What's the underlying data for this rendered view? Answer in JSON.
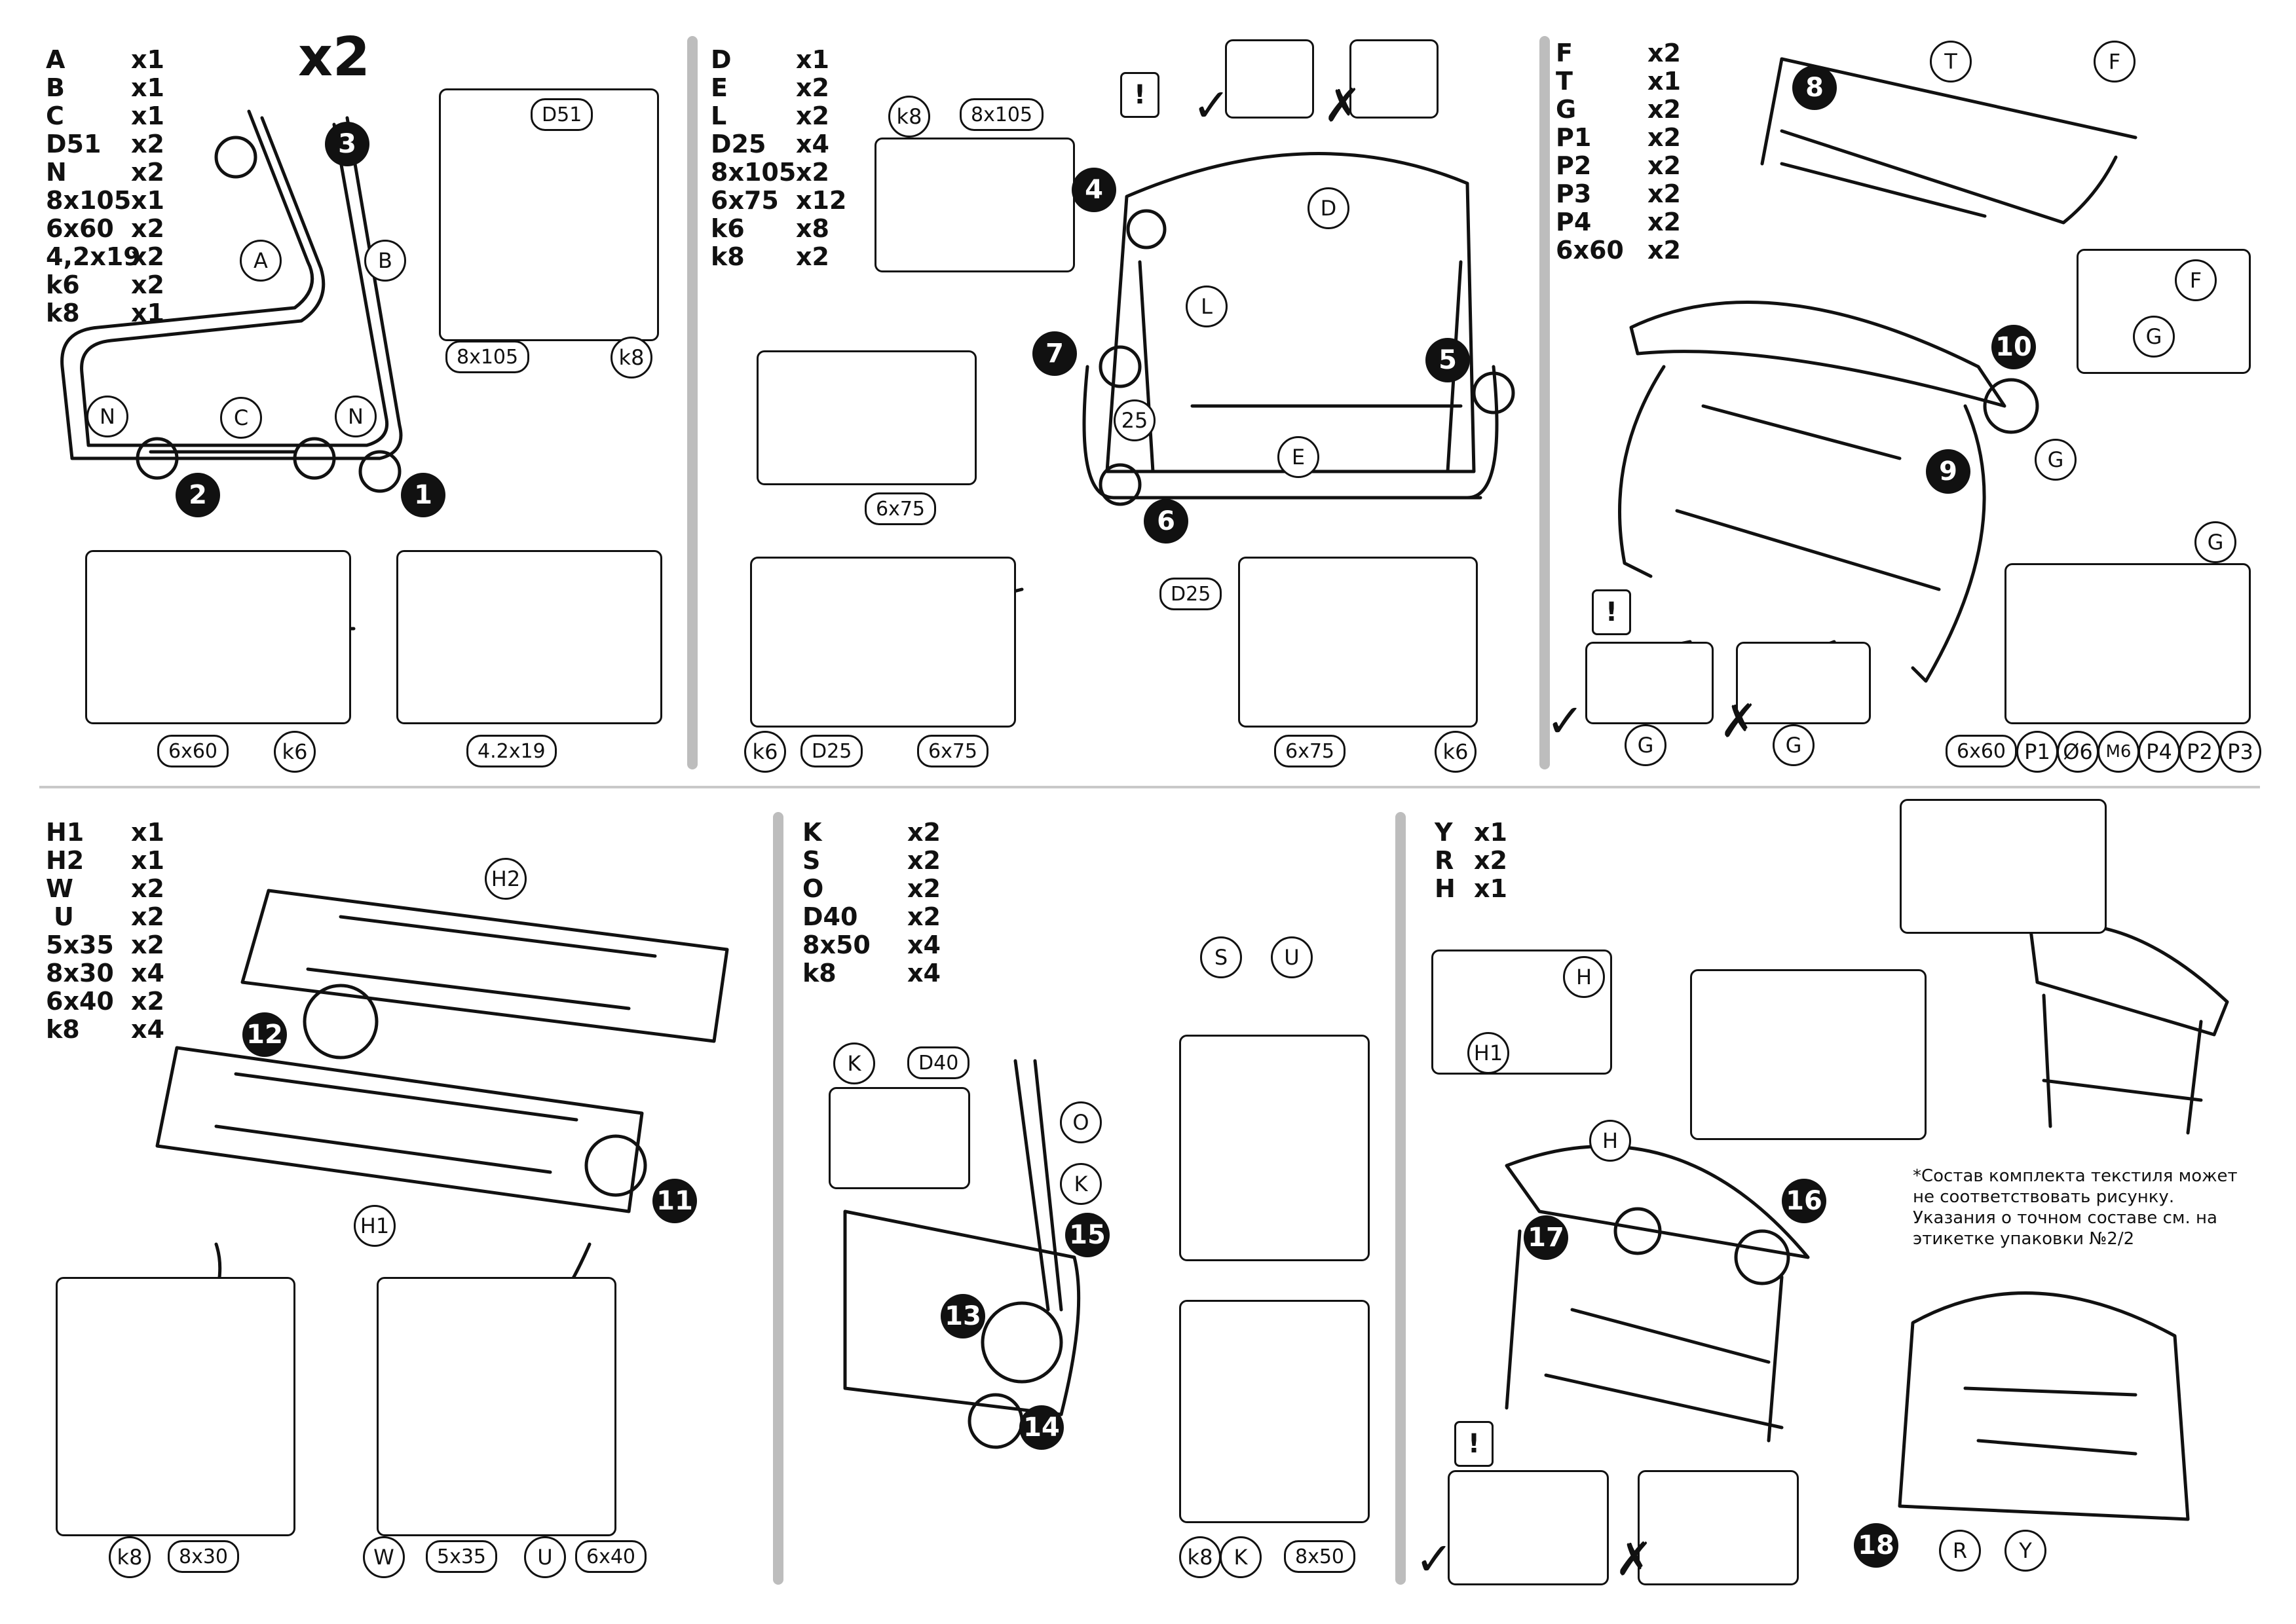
{
  "panels": {
    "p1": {
      "title_multiplier": "x2",
      "parts": [
        {
          "code": "A",
          "qty": "x1"
        },
        {
          "code": "B",
          "qty": "x1"
        },
        {
          "code": "C",
          "qty": "x1"
        },
        {
          "code": "D51",
          "qty": "x2"
        },
        {
          "code": "N",
          "qty": "x2"
        },
        {
          "code": "8x105",
          "qty": "x1"
        },
        {
          "code": "6x60",
          "qty": "x2"
        },
        {
          "code": "4,2x19",
          "qty": "x2"
        },
        {
          "code": "k6",
          "qty": "x2"
        },
        {
          "code": "k8",
          "qty": "x1"
        }
      ],
      "labels": {
        "A": "A",
        "B": "B",
        "C": "C",
        "N_left": "N",
        "N_right": "N",
        "D51": "D51",
        "bolt_8x105": "8x105",
        "k8": "k8",
        "bolt_6x60": "6x60",
        "k6": "k6",
        "screw": "4.2x19"
      },
      "steps": {
        "s1": "1",
        "s2": "2",
        "s3": "3"
      }
    },
    "p2": {
      "parts": [
        {
          "code": "D",
          "qty": "x1"
        },
        {
          "code": "E",
          "qty": "x2"
        },
        {
          "code": "L",
          "qty": "x2"
        },
        {
          "code": "D25",
          "qty": "x4"
        },
        {
          "code": "8x105",
          "qty": "x2"
        },
        {
          "code": "6x75",
          "qty": "x12"
        },
        {
          "code": "k6",
          "qty": "x8"
        },
        {
          "code": "k8",
          "qty": "x2"
        }
      ],
      "labels": {
        "k8": "k8",
        "bolt_8x105": "8x105",
        "D": "D",
        "L": "L",
        "n25": "25",
        "E": "E",
        "bolt_6x75_a": "6x75",
        "D25_a": "D25",
        "k6_a": "k6",
        "D25_b": "D25",
        "bolt_6x75_b": "6x75",
        "bolt_6x75_c": "6x75",
        "k6_b": "k6"
      },
      "steps": {
        "s4": "4",
        "s5": "5",
        "s6": "6",
        "s7": "7"
      },
      "warning": "!"
    },
    "p3": {
      "parts": [
        {
          "code": "F",
          "qty": "x2"
        },
        {
          "code": "T",
          "qty": "x1"
        },
        {
          "code": "G",
          "qty": "x2"
        },
        {
          "code": "P1",
          "qty": "x2"
        },
        {
          "code": "P2",
          "qty": "x2"
        },
        {
          "code": "P3",
          "qty": "x2"
        },
        {
          "code": "P4",
          "qty": "x2"
        },
        {
          "code": "6x60",
          "qty": "x2"
        }
      ],
      "labels": {
        "T": "T",
        "F_top": "F",
        "F_box": "F",
        "G_box": "G",
        "G_side": "G",
        "G_top": "G",
        "G_ok": "G",
        "G_bad": "G",
        "bolt_6x60": "6x60",
        "P1": "P1",
        "d6": "Ø6",
        "M6": "M6",
        "P4": "P4",
        "P2": "P2",
        "P3": "P3"
      },
      "steps": {
        "s8": "8",
        "s9": "9",
        "s10": "10"
      },
      "warning": "!"
    },
    "p4": {
      "parts": [
        {
          "code": "H1",
          "qty": "x1"
        },
        {
          "code": "H2",
          "qty": "x1"
        },
        {
          "code": "W",
          "qty": "x2"
        },
        {
          "code": "U",
          "qty": "x2"
        },
        {
          "code": "5x35",
          "qty": "x2"
        },
        {
          "code": "8x30",
          "qty": "x4"
        },
        {
          "code": "6x40",
          "qty": "x2"
        },
        {
          "code": "k8",
          "qty": "x4"
        }
      ],
      "labels": {
        "H2": "H2",
        "H1": "H1",
        "k8": "k8",
        "bolt_8x30": "8x30",
        "W": "W",
        "bolt_5x35": "5x35",
        "U": "U",
        "bolt_6x40": "6x40"
      },
      "steps": {
        "s11": "11",
        "s12": "12"
      }
    },
    "p5": {
      "parts": [
        {
          "code": "K",
          "qty": "x2"
        },
        {
          "code": "S",
          "qty": "x2"
        },
        {
          "code": "O",
          "qty": "x2"
        },
        {
          "code": "D40",
          "qty": "x2"
        },
        {
          "code": "8x50",
          "qty": "x4"
        },
        {
          "code": "k8",
          "qty": "x4"
        }
      ],
      "labels": {
        "K_box": "K",
        "D40": "D40",
        "O": "O",
        "K_arm": "K",
        "S": "S",
        "U": "U",
        "k8": "k8",
        "K_bottom": "K",
        "bolt_8x50": "8x50"
      },
      "steps": {
        "s13": "13",
        "s14": "14",
        "s15": "15"
      }
    },
    "p6": {
      "parts": [
        {
          "code": "Y",
          "qty": "x1"
        },
        {
          "code": "R",
          "qty": "x2"
        },
        {
          "code": "H",
          "qty": "x1"
        }
      ],
      "labels": {
        "H_box": "H",
        "H1_box": "H1",
        "H_frame": "H",
        "R": "R",
        "Y": "Y"
      },
      "steps": {
        "s16": "16",
        "s17": "17",
        "s18": "18"
      },
      "warning": "!",
      "note": "*Состав комплекта текстиля может не соответствовать рисунку. Указания о точном составе см. на этикетке упаковки №2/2"
    }
  }
}
